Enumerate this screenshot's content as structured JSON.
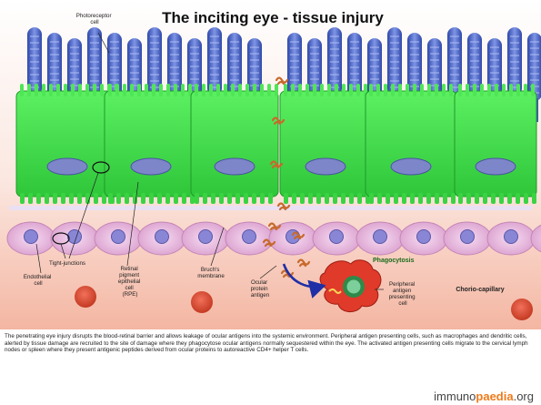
{
  "title": "The inciting eye - tissue injury",
  "labels": {
    "photoreceptor": [
      "Photoreceptor",
      "cell"
    ],
    "tight_junctions": "Tight-junctions",
    "endothelial": [
      "Endothelial",
      "cell"
    ],
    "rpe": [
      "Retinal",
      "pigment",
      "epithelial",
      "cell",
      "(RPE)"
    ],
    "bruchs": [
      "Bruch's",
      "membrane"
    ],
    "ocular_antigen": [
      "Ocular",
      "protein",
      "antigen"
    ],
    "phagocytosis": "Phagocytosis",
    "apc": [
      "Peripheral",
      "antigen",
      "presenting",
      "cell"
    ],
    "chorio": "Chorio-capillary"
  },
  "caption": "The penetrating eye injury disrupts the blood-retinal barrier and allows leakage of ocular antigens into the systemic environment. Peripheral antigen presenting cells, such as macrophages and dendritic cells, alerted by tissue damage are recruited to the site of damage where they phagocytose ocular antigens normally sequestered within the eye. The activated antigen presenting cells migrate to the cervical lymph nodes or spleen where they present antigenic peptides derived from ocular proteins to autoreactive CD4+ helper T cells.",
  "brand": {
    "prefix": "immuno",
    "accent": "paedia",
    "suffix": ".org"
  },
  "colors": {
    "photoreceptor": "#3b55b8",
    "rpe": "#44e04a",
    "endothelial": "#e6b8de",
    "blood": "#f3b9a6",
    "apc": "#e03a2a",
    "brand_accent": "#f07a1a"
  }
}
